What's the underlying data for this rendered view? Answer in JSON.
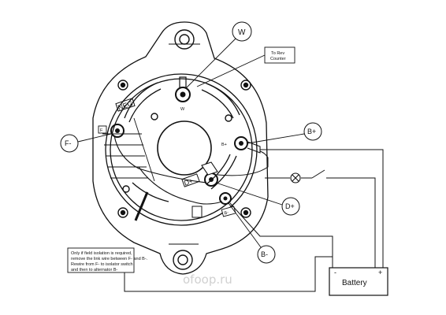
{
  "labels": {
    "w_callout": "W",
    "w_terminal": "W",
    "tacho_line1": "To Rev",
    "tacho_line2": "Counter",
    "neg_tab": "NEG",
    "f_minus_callout": "F-",
    "f_tab": "F",
    "b_plus_callout": "B+",
    "b_plus_terminal": "B+",
    "d_plus_terminal": "D+",
    "d_plus_callout": "D+",
    "b_minus_tab": "B-",
    "b_minus_callout": "B-",
    "battery": "Battery",
    "battery_neg": "-",
    "battery_pos": "+"
  },
  "note": {
    "line1": "Only if field isolation is required,",
    "line2": "remove the link wire between F- and B-.",
    "line3": "Rewire from F- to isolator switch",
    "line4": "and then to alternator B-"
  },
  "watermark": "ofoop.ru"
}
